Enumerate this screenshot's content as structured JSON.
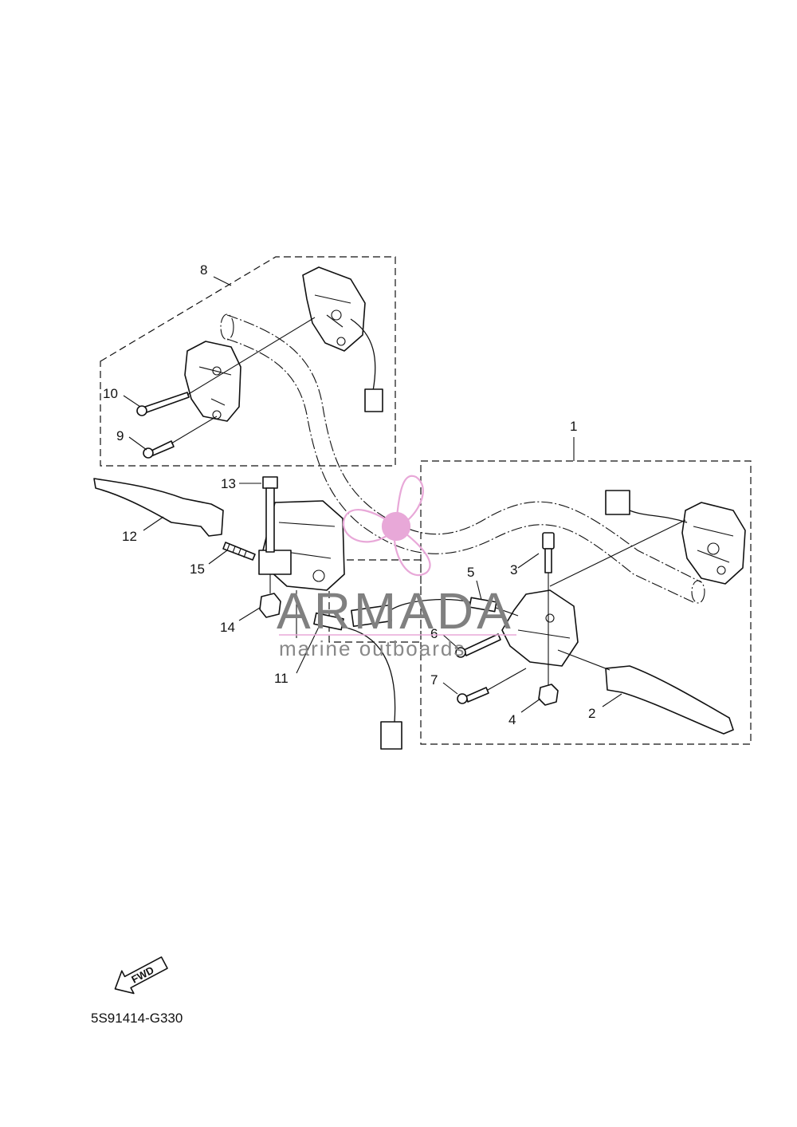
{
  "diagram": {
    "callouts": [
      "1",
      "2",
      "3",
      "4",
      "5",
      "6",
      "7",
      "8",
      "9",
      "10",
      "11",
      "12",
      "13",
      "14",
      "15"
    ],
    "drawing_code": "5S91414-G330",
    "fwd_label": "FWD"
  },
  "watermark": {
    "brand": "ARMADA",
    "tagline": "marine outboards",
    "brand_color": "#808080",
    "logo_color": "#e8a8d8"
  }
}
